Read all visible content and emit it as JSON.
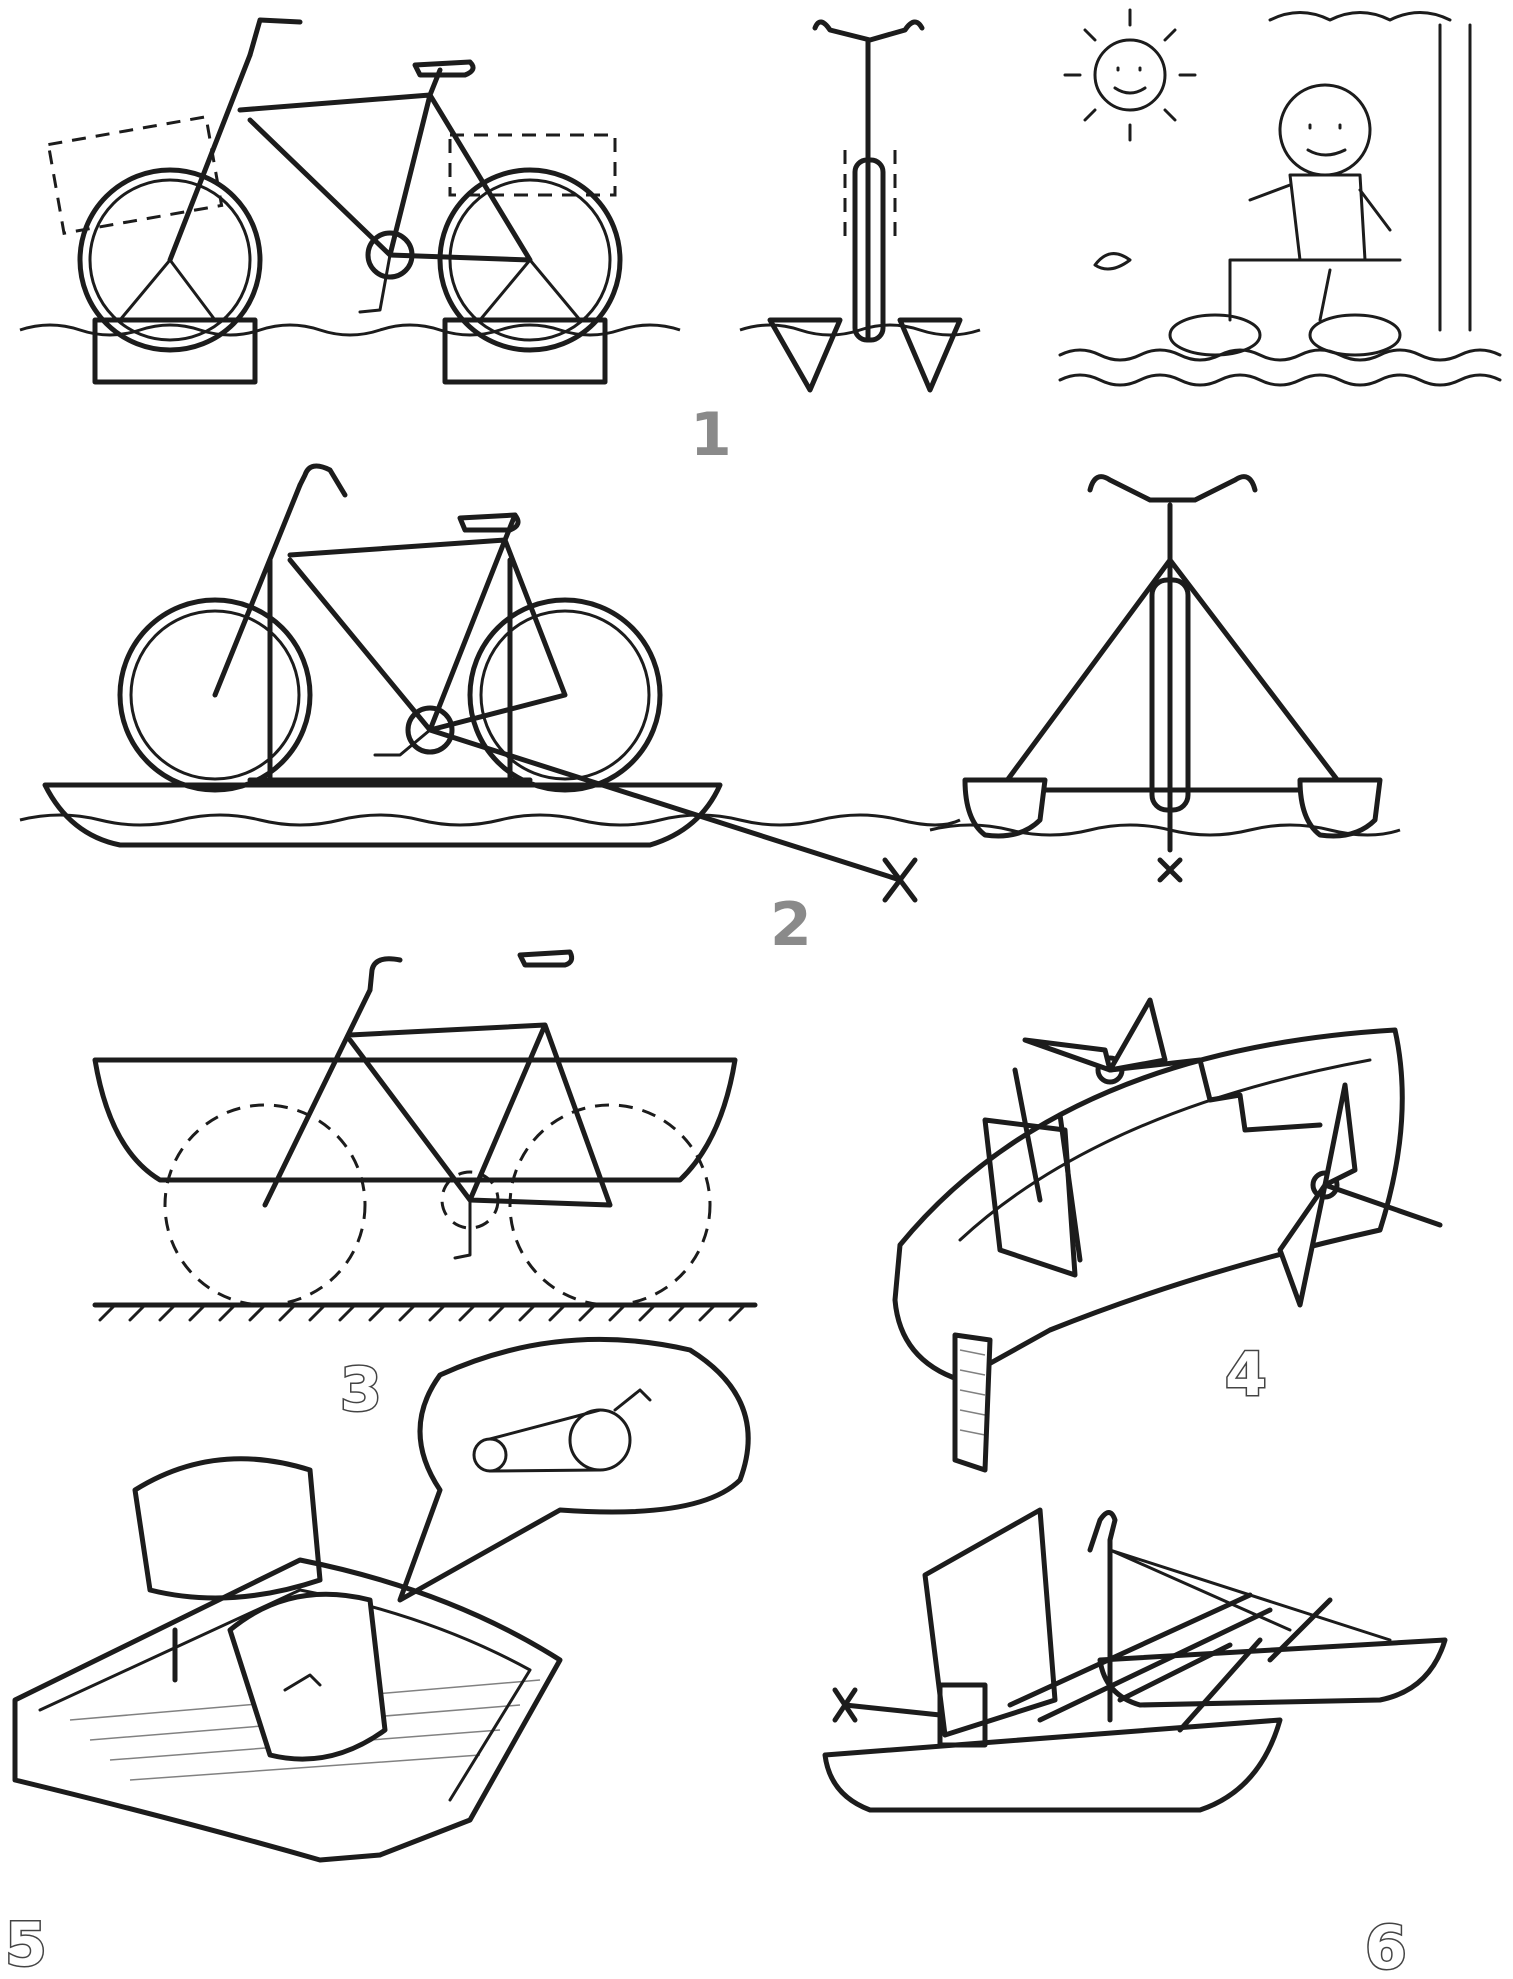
{
  "figures": [
    {
      "id": "fig1",
      "label": "1",
      "description_visible": false
    },
    {
      "id": "fig2",
      "label": "2",
      "description_visible": false
    },
    {
      "id": "fig3",
      "label": "3",
      "description_visible": false
    },
    {
      "id": "fig4",
      "label": "4",
      "description_visible": false
    },
    {
      "id": "fig5",
      "label": "5",
      "description_visible": false
    },
    {
      "id": "fig6",
      "label": "6",
      "description_visible": false
    }
  ],
  "colors": {
    "ink": "#1c1c1c",
    "label_fill": "#8a8a8a",
    "background": "#ffffff"
  }
}
